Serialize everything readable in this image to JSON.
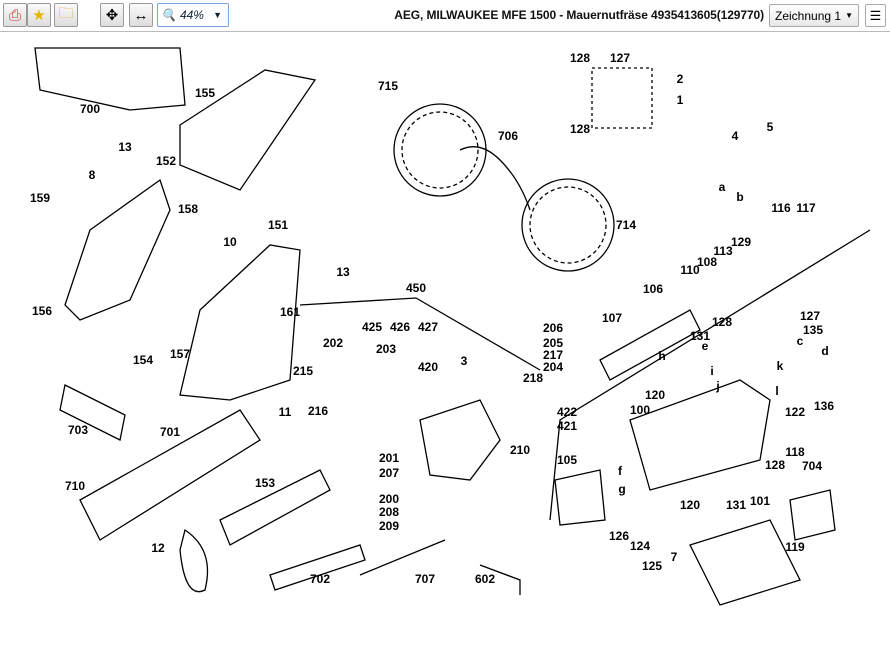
{
  "toolbar": {
    "pdf_icon": "pdf-icon",
    "favorite_icon": "star-icon",
    "folder_icon": "folder-star-icon",
    "fit_page_icon": "move-arrows-icon",
    "fit_width_icon": "fit-width-icon",
    "zoom_value": "44%",
    "title": "AEG, MILWAUKEE MFE 1500 - Mauernutfräse 4935413605(129770)",
    "drawing_select": "Zeichnung 1",
    "parts_list_icon": "numbered-list-icon"
  },
  "diagram": {
    "labels": [
      "700",
      "155",
      "715",
      "706",
      "128",
      "127",
      "128",
      "2",
      "1",
      "4",
      "5",
      "a",
      "b",
      "13",
      "152",
      "8",
      "159",
      "158",
      "10",
      "151",
      "116",
      "117",
      "714",
      "129",
      "113",
      "108",
      "110",
      "106",
      "13",
      "450",
      "156",
      "161",
      "107",
      "128",
      "127",
      "425",
      "426",
      "427",
      "206",
      "205",
      "217",
      "204",
      "218",
      "131",
      "135",
      "202",
      "203",
      "154",
      "157",
      "3",
      "420",
      "215",
      "120",
      "122",
      "136",
      "216",
      "11",
      "422",
      "421",
      "703",
      "701",
      "100",
      "210",
      "118",
      "704",
      "201",
      "207",
      "105",
      "128",
      "710",
      "153",
      "200",
      "208",
      "209",
      "101",
      "120",
      "131",
      "126",
      "124",
      "7",
      "119",
      "125",
      "12",
      "702",
      "707",
      "602",
      "h",
      "i",
      "j",
      "k",
      "l",
      "c",
      "d",
      "e",
      "f",
      "g"
    ]
  }
}
